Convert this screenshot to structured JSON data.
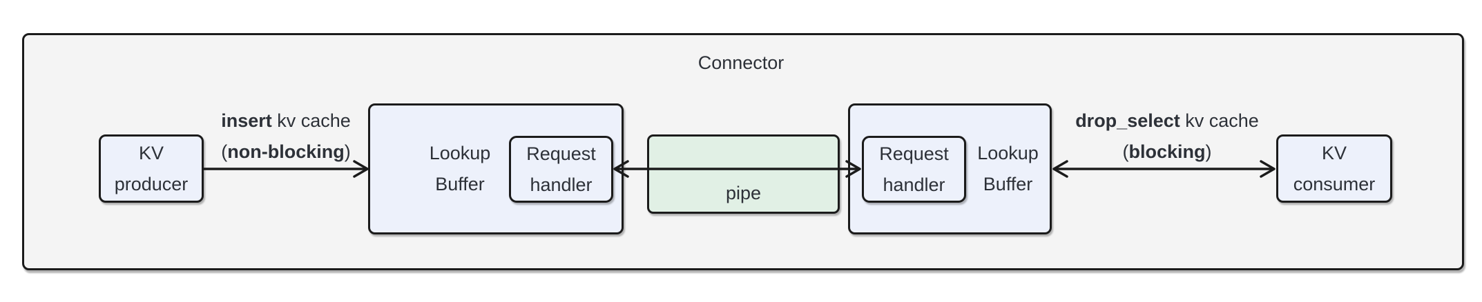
{
  "diagram": {
    "title": "Connector",
    "colors": {
      "background": "#ffffff",
      "connector_fill": "#f4f4f4",
      "node_fill": "#edf1fb",
      "pipe_fill": "#e1f0e5",
      "border": "#1b1b1b",
      "text": "#2d3138"
    },
    "nodes": {
      "kv_producer": {
        "line1": "KV",
        "line2": "producer"
      },
      "lookup_buffer_left": {
        "line1": "Lookup",
        "line2": "Buffer"
      },
      "request_handler_left": {
        "line1": "Request",
        "line2": "handler"
      },
      "pipe": {
        "label": "pipe"
      },
      "request_handler_right": {
        "line1": "Request",
        "line2": "handler"
      },
      "lookup_buffer_right": {
        "line1": "Lookup",
        "line2": "Buffer"
      },
      "kv_consumer": {
        "line1": "KV",
        "line2": "consumer"
      }
    },
    "edges": {
      "insert": {
        "verb": "insert",
        "rest": " kv cache",
        "paren_open": "(",
        "mode": "non-blocking",
        "paren_close": ")"
      },
      "drop_select": {
        "verb": "drop_select",
        "rest": " kv cache",
        "paren_open": "(",
        "mode": "blocking",
        "paren_close": ")"
      }
    }
  }
}
